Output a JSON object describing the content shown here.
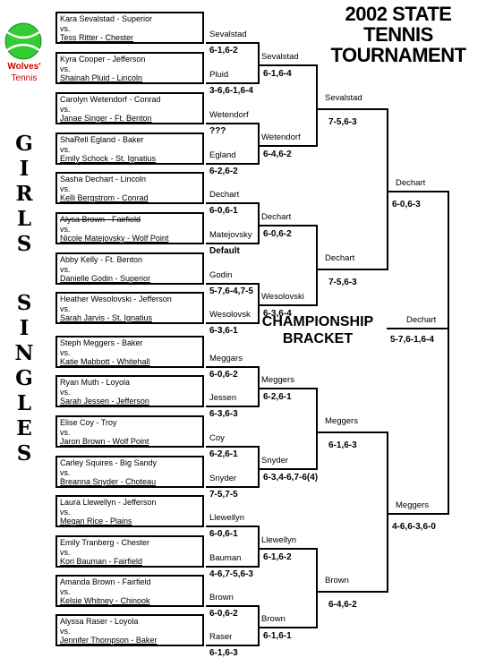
{
  "title": [
    "2002 STATE",
    "TENNIS",
    "TOURNAMENT"
  ],
  "subtitle": [
    "CHAMPIONSHIP",
    "BRACKET"
  ],
  "side_label": {
    "word1": [
      "G",
      "I",
      "R",
      "L",
      "S"
    ],
    "word2": [
      "S",
      "I",
      "N",
      "G",
      "L",
      "E",
      "S"
    ]
  },
  "logo": {
    "text": "Wolves'",
    "subtext": "Tennis",
    "ball_color": "#33cc33",
    "text_color": "#cc0000"
  },
  "vs": "vs.",
  "matches": [
    {
      "p1": "Kara Sevalstad - Superior",
      "p2": "Tess Ritter - Chester",
      "winner": "Sevalstad",
      "score": "6-1,6-2"
    },
    {
      "p1": "Kyra Cooper - Jefferson",
      "p2": "Shainah Pluid - Lincoln",
      "winner": "Pluid",
      "score": "3-6,6-1,6-4"
    },
    {
      "p1": "Carolyn Wetendorf - Conrad",
      "p2": "Janae Singer - Ft. Benton",
      "winner": "Wetendorf",
      "score": "???"
    },
    {
      "p1": "ShaRell Egland - Baker",
      "p2": "Emily Schock - St. Ignatius",
      "winner": "Egland",
      "score": "6-2,6-2"
    },
    {
      "p1": "Sasha Dechart - Lincoln",
      "p2": "Kelli Bergstrom - Conrad",
      "winner": "Dechart",
      "score": "6-0,6-1"
    },
    {
      "p1": "Alysa Brown - Fairfield",
      "p2": "Nicole Matejovsky - Wolf Point",
      "winner": "Matejovsky",
      "score": "Default"
    },
    {
      "p1": "Abby Kelly - Ft. Benton",
      "p2": "Danielle Godin - Superior",
      "winner": "Godin",
      "score": "5-7,6-4,7-5"
    },
    {
      "p1": "Heather Wesolovski - Jefferson",
      "p2": "Sarah Jarvis - St. Ignatius",
      "winner": "Wesolovsk",
      "score": "6-3,6-1"
    },
    {
      "p1": "Steph Meggers - Baker",
      "p2": "Katie Mabbott - Whitehall",
      "winner": "Meggars",
      "score": "6-0,6-2"
    },
    {
      "p1": "Ryan Muth - Loyola",
      "p2": "Sarah Jessen - Jefferson",
      "winner": "Jessen",
      "score": "6-3,6-3"
    },
    {
      "p1": "Elise Coy - Troy",
      "p2": "Jaron Brown - Wolf Point",
      "winner": "Coy",
      "score": "6-2,6-1"
    },
    {
      "p1": "Carley Squires - Big Sandy",
      "p2": "Breanna Snyder - Choteau",
      "winner": "Snyder",
      "score": "7-5,7-5"
    },
    {
      "p1": "Laura Llewellyn - Jefferson",
      "p2": "Megan Rice - Plains",
      "winner": "Llewellyn",
      "score": "6-0,6-1"
    },
    {
      "p1": "Emily Tranberg - Chester",
      "p2": "Kori Bauman - Fairfield",
      "winner": "Bauman",
      "score": "4-6,7-5,6-3"
    },
    {
      "p1": "Amanda Brown - Fairfield",
      "p2": "Kelsie Whitney - Chinook",
      "winner": "Brown",
      "score": "6-0,6-2"
    },
    {
      "p1": "Alyssa Raser - Loyola",
      "p2": "Jennifer Thompson - Baker",
      "winner": "Raser",
      "score": "6-1,6-3"
    }
  ],
  "round2": [
    {
      "winner": "Sevalstad",
      "score": "6-1,6-4"
    },
    {
      "winner": "Wetendorf",
      "score": "6-4,6-2"
    },
    {
      "winner": "Dechart",
      "score": "6-0,6-2"
    },
    {
      "winner": "Wesolovski",
      "score": "6-3,6-4"
    },
    {
      "winner": "Meggers",
      "score": "6-2,6-1"
    },
    {
      "winner": "Snyder",
      "score": "6-3,4-6,7-6(4)"
    },
    {
      "winner": "Llewellyn",
      "score": "6-1,6-2"
    },
    {
      "winner": "Brown",
      "score": "6-1,6-1"
    }
  ],
  "round3": [
    {
      "winner": "Sevalstad",
      "score": "7-5,6-3"
    },
    {
      "winner": "Dechart",
      "score": "7-5,6-3"
    },
    {
      "winner": "Meggers",
      "score": "6-1,6-3"
    },
    {
      "winner": "Brown",
      "score": "6-4,6-2"
    }
  ],
  "round4": [
    {
      "winner": "Dechart",
      "score": "6-0,6-3"
    },
    {
      "winner": "Meggers",
      "score": "4-6,6-3,6-0"
    }
  ],
  "final": {
    "winner": "Dechart",
    "score": "5-7,6-1,6-4"
  }
}
